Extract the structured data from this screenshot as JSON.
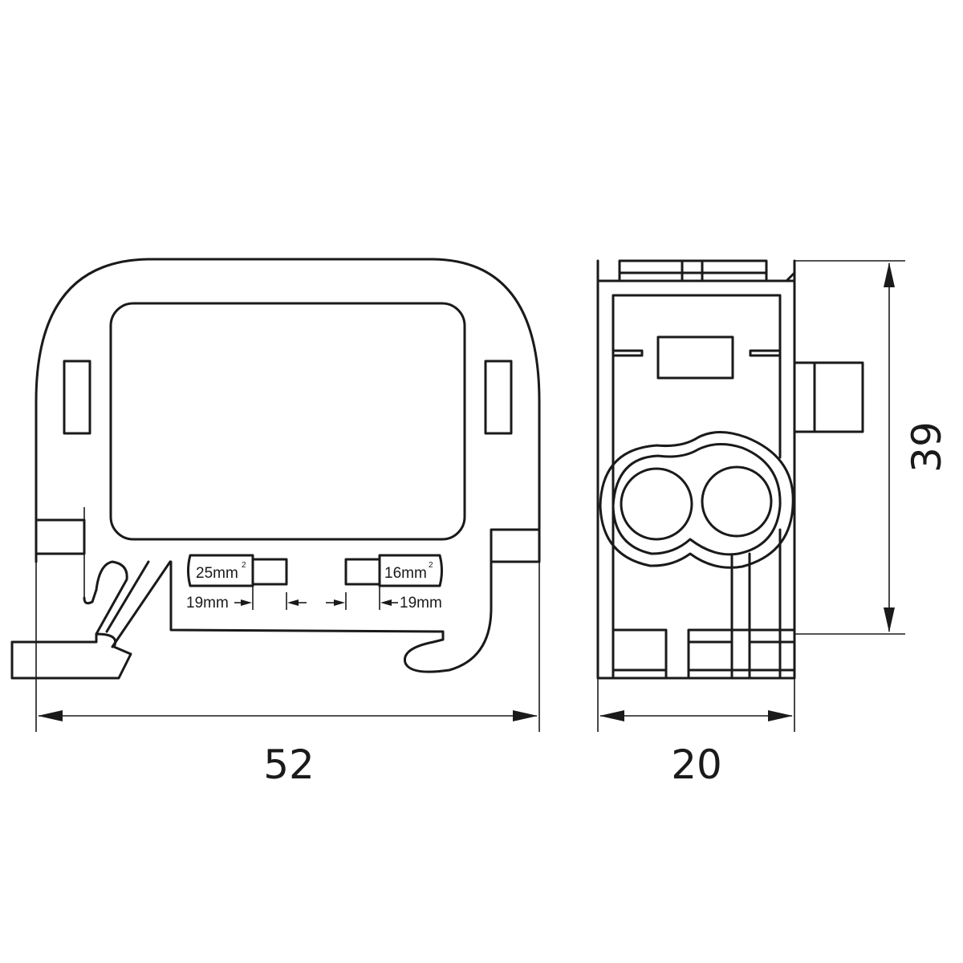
{
  "dimensions": {
    "width_front": "52",
    "width_side": "20",
    "height": "39"
  },
  "wire_labels": {
    "left_section": "25mm",
    "left_exp": "2",
    "left_strip": "19mm",
    "right_section": "16mm",
    "right_exp": "2",
    "right_strip": "19mm"
  },
  "colors": {
    "stroke": "#1a1a1a",
    "background": "#ffffff"
  }
}
